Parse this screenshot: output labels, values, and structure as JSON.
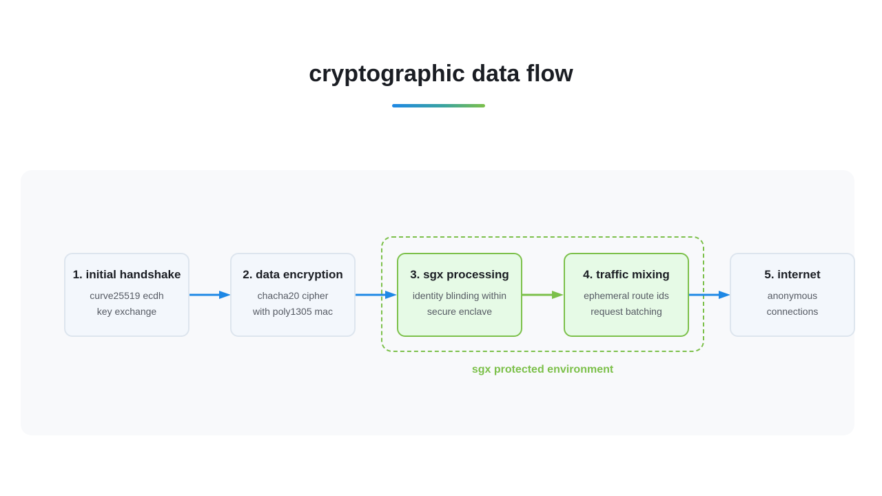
{
  "title": "cryptographic data flow",
  "enclave_label": "sgx protected environment",
  "colors": {
    "accent_blue": "#1e88e5",
    "accent_green": "#7cc04a",
    "node_bg": "#f3f7fc",
    "secure_node_bg": "#e6fae6"
  },
  "nodes": [
    {
      "title": "1. initial handshake",
      "line1": "curve25519 ecdh",
      "line2": "key exchange"
    },
    {
      "title": "2. data encryption",
      "line1": "chacha20 cipher",
      "line2": "with poly1305 mac"
    },
    {
      "title": "3. sgx processing",
      "line1": "identity blinding within",
      "line2": "secure enclave"
    },
    {
      "title": "4. traffic mixing",
      "line1": "ephemeral route ids",
      "line2": "request batching"
    },
    {
      "title": "5. internet",
      "line1": "anonymous",
      "line2": "connections"
    }
  ]
}
